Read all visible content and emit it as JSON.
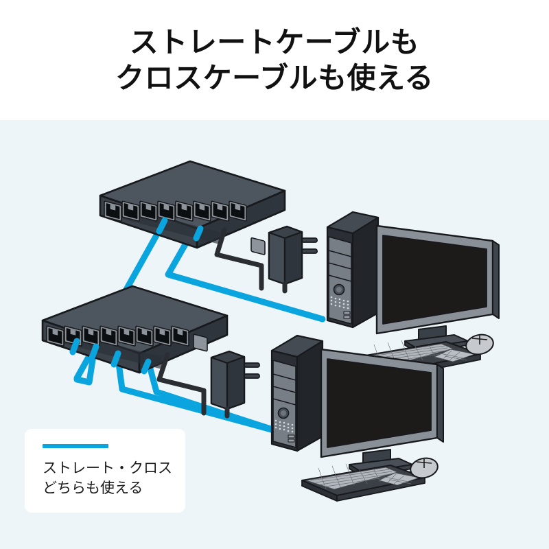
{
  "title": {
    "line1": "ストレートケーブルも",
    "line2": "クロスケーブルも使える"
  },
  "legend": {
    "swatch_color": "#0aa4de",
    "line1": "ストレート・クロス",
    "line2": "どちらも使える"
  },
  "colors": {
    "page_background": "#ffffff",
    "panel_background": "#edf5f8",
    "cable_cyan": "#0aa4de",
    "switch_top": "#4a525c",
    "switch_front": "#3a4149",
    "switch_side": "#2e343b",
    "outline": "#17191c",
    "pc_case_dark": "#2b2f35",
    "pc_bay_gray": "#7e848c",
    "monitor_bezel": "#8a9098",
    "monitor_screen": "#1d1a1a",
    "keyboard_key": "#c9cdd2",
    "adapter_body": "#3a4149",
    "power_cord": "#2a2d31"
  },
  "devices": {
    "switches": [
      {
        "name": "switch-top",
        "port_count": 8,
        "connected_ports": [
          5,
          7
        ]
      },
      {
        "name": "switch-bottom",
        "port_count": 8,
        "connected_ports": [
          2,
          3,
          5,
          7
        ]
      }
    ],
    "power_adapters": [
      {
        "name": "power-adapter-top",
        "prongs": 2
      },
      {
        "name": "power-adapter-bottom",
        "prongs": 2
      }
    ],
    "computers": [
      {
        "name": "desktop-pc-top",
        "parts": [
          "tower",
          "monitor",
          "keyboard",
          "mouse"
        ]
      },
      {
        "name": "desktop-pc-bottom",
        "parts": [
          "tower",
          "monitor",
          "keyboard",
          "mouse"
        ]
      }
    ]
  },
  "connections": [
    {
      "from": "switch-top-port-5",
      "to": "switch-bottom-port-2",
      "color": "#0aa4de"
    },
    {
      "from": "switch-top-port-7",
      "to": "desktop-pc-top-lan",
      "color": "#0aa4de"
    },
    {
      "from": "switch-bottom-port-3",
      "to": "switch-bottom-port-5",
      "color": "#0aa4de"
    },
    {
      "from": "switch-bottom-port-7",
      "to": "desktop-pc-bottom-lan",
      "color": "#0aa4de"
    }
  ]
}
